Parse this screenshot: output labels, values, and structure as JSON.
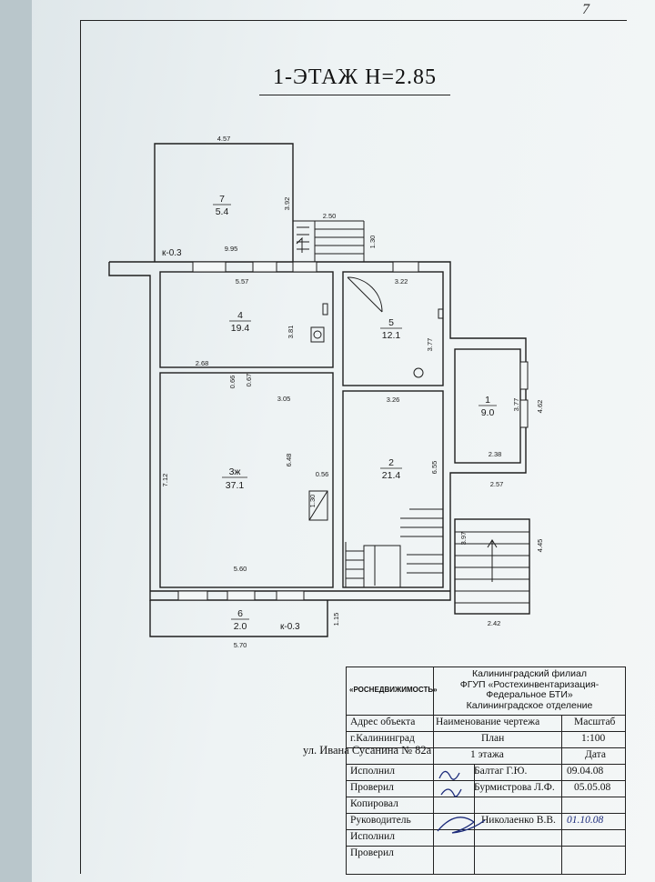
{
  "page_number": "7",
  "title": "1-ЭТАЖ  Н=2.85",
  "plan": {
    "rooms": [
      {
        "id": "7",
        "area": "5.4"
      },
      {
        "id": "4",
        "area": "19.4"
      },
      {
        "id": "5",
        "area": "12.1"
      },
      {
        "id": "1",
        "area": "9.0"
      },
      {
        "id": "3ж",
        "area": "37.1"
      },
      {
        "id": "2",
        "area": "21.4"
      },
      {
        "id": "6",
        "area": "2.0"
      }
    ],
    "level_marks": [
      "к-0.3",
      "к-0.3"
    ],
    "dimensions": [
      "4.57",
      "3.92",
      "2.50",
      "1.30",
      "9.95",
      "5.57",
      "3.22",
      "3.81",
      "3.77",
      "2.68",
      "0.66",
      "0.67",
      "3.05",
      "3.26",
      "3.77",
      "4.62",
      "2.38",
      "2.57",
      "7.12",
      "6.48",
      "0.56",
      "1.30",
      "6.55",
      "3.97",
      "4.45",
      "5.60",
      "1.15",
      "5.70",
      "2.42"
    ]
  },
  "title_block": {
    "org_short": "«РОСНЕДВИЖИМОСТЬ»",
    "org_lines": [
      "Калининградский филиал",
      "ФГУП «Ростехинвентаризация-",
      "Федеральное БТИ»",
      "Калининградское отделение"
    ],
    "address_label": "Адрес объекта",
    "drawing_name_label": "Наименование чертежа",
    "scale_label": "Масштаб",
    "city": "г.Калининград",
    "drawing_name": "План",
    "scale": "1:100",
    "street": "ул. Ивана Сусанина № 82а",
    "floor": "1 этажа",
    "date_label": "Дата",
    "roles": [
      {
        "role": "Исполнил",
        "name": "Балтаг Г.Ю.",
        "date": "09.04.08"
      },
      {
        "role": "Проверил",
        "name": "Бурмистрова Л.Ф.",
        "date": "05.05.08"
      },
      {
        "role": "Копировал",
        "name": "",
        "date": ""
      },
      {
        "role": "Руководитель",
        "name": "Николаенко В.В.",
        "date": "01.10.08"
      },
      {
        "role": "Исполнил",
        "name": "",
        "date": ""
      },
      {
        "role": "Проверил",
        "name": "",
        "date": ""
      }
    ]
  }
}
